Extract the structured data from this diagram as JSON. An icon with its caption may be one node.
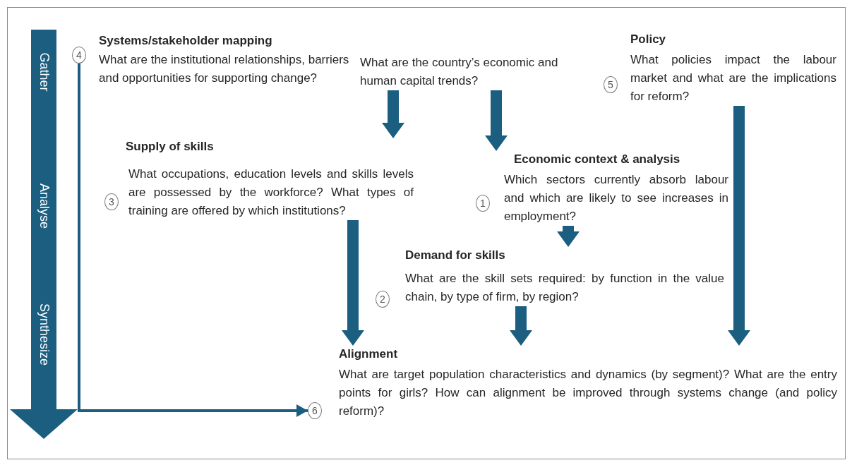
{
  "diagram": {
    "nodes": [
      {
        "text": [
          "4",
          "Systems/stakeholder mapping",
          "What are the institutional relationships, barriers and opportunities for supporting change?"
        ]
      },
      {
        "text": [
          "What are the country’s economic and human capital trends?"
        ]
      },
      {
        "text": [
          "5",
          "Policy",
          "What policies impact the labour market and what are the implications for reform?"
        ]
      },
      {
        "text": [
          "3",
          "Supply of skills",
          "What occupations, education levels and skills levels are possessed by the workforce? What types of training are offered by which institutions?"
        ]
      },
      {
        "text": [
          "1",
          "Economic context & analysis",
          "Which sectors currently absorb labour and which are likely to see increases in employment?"
        ]
      },
      {
        "text": [
          "2",
          "Demand for skills",
          "What are the skill sets required: by function in the value chain, by type of firm, by region?"
        ]
      },
      {
        "text": [
          "6",
          "Alignment",
          "What are target population characteristics and dynamics (by segment)? What are the entry points for girls? How can alignment be improved through systems change (and policy reform)?"
        ]
      }
    ],
    "edges": [
      {
        "from": 1,
        "to": 3,
        "arrow": "to",
        "style": "thick"
      },
      {
        "from": 1,
        "to": 4,
        "arrow": "to",
        "style": "thick"
      },
      {
        "from": 4,
        "to": 5,
        "arrow": "to",
        "style": "thick"
      },
      {
        "from": 3,
        "to": 6,
        "arrow": "to",
        "style": "thick"
      },
      {
        "from": 5,
        "to": 6,
        "arrow": "to",
        "style": "thick"
      },
      {
        "from": 2,
        "to": 6,
        "arrow": "to",
        "style": "thick"
      },
      {
        "from": 0,
        "to": 6,
        "arrow": "to"
      }
    ],
    "labels": [
      "Gather",
      "Analyse",
      "Synthesize"
    ]
  }
}
